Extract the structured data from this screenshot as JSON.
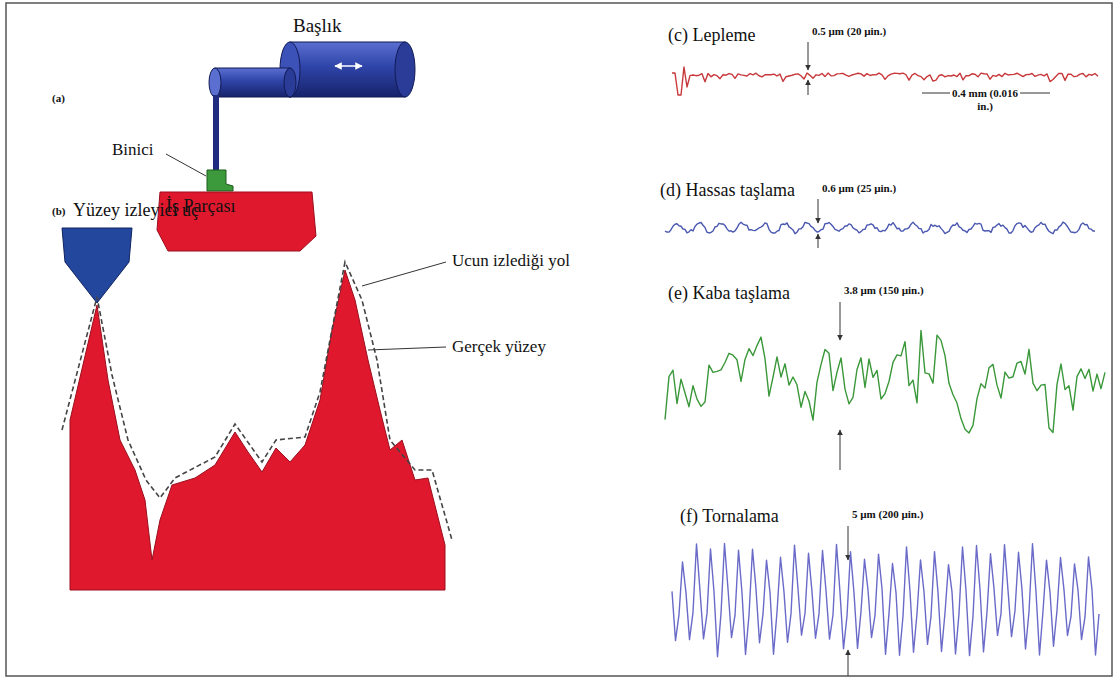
{
  "diagram": {
    "nodes": [
      {
        "text": [
          "İş Parçası"
        ]
      }
    ],
    "labels": [
      "(a)",
      "Başlık",
      "Binici",
      "(b)",
      "Yüzey izleyici uç",
      "Ucun izlediği yol",
      "Gerçek yüzey",
      "(c) Lepleme",
      "0.5 µm (20 µin.)",
      "0.4 mm (0.016 in.)",
      "(d) Hassas taşlama",
      "0.6 µm (25 µin.)",
      "(e) Kaba taşlama",
      "3.8 µm (150 µin.)",
      "(f) Tornalama",
      "5 µm (200 µin.)"
    ]
  }
}
